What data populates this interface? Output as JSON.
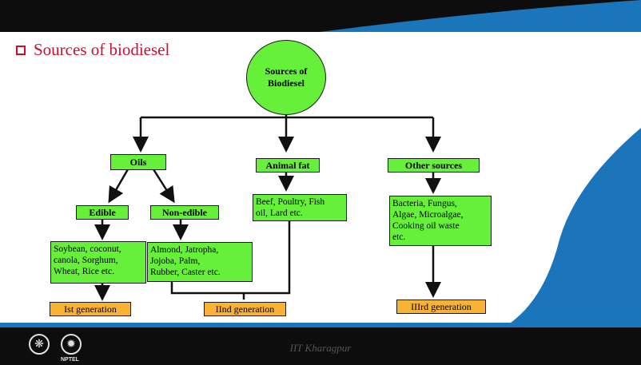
{
  "title": "Sources of biodiesel",
  "root": "Sources of\nBiodiesel",
  "categories": {
    "oils": "Oils",
    "animal_fat": "Animal fat",
    "other": "Other sources"
  },
  "oils": {
    "edible": "Edible",
    "non_edible": "Non-edible",
    "edible_examples": "Soybean, coconut,\ncanola, Sorghum,\nWheat, Rice etc.",
    "non_edible_examples": "Almond, Jatropha,\nJojoba, Palm,\nRubber, Caster etc."
  },
  "animal_fat_examples": "Beef, Poultry, Fish\noil, Lard etc.",
  "other_examples": "Bacteria, Fungus,\nAlgae, Microalgae,\nCooking oil waste\netc.",
  "generations": {
    "first": "Ist generation",
    "second": "IInd generation",
    "third": "IIIrd generation"
  },
  "footer": {
    "institute": "IIT Kharagpur",
    "logo_text": "NPTEL"
  },
  "colors": {
    "box_green": "#66f03a",
    "generation_orange": "#f9b233",
    "title_red": "#c8102e",
    "accent_blue": "#1b75bb"
  }
}
